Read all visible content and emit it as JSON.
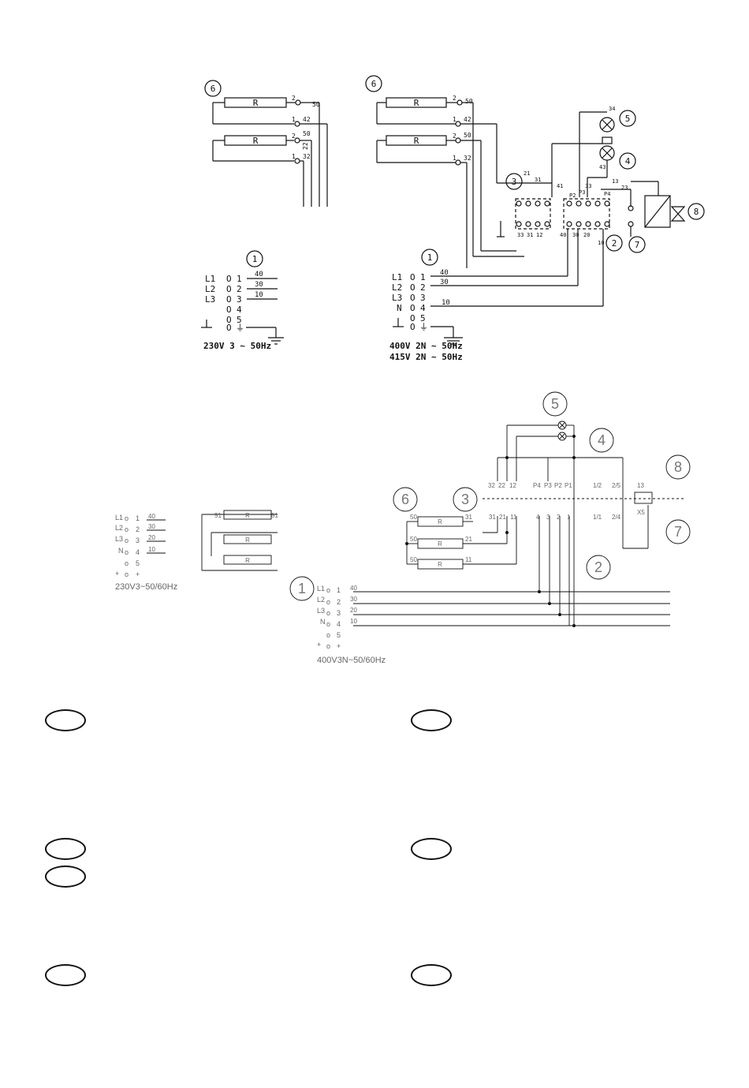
{
  "top_left": {
    "resistor_label": "R",
    "callout_resistor": "6",
    "callout_terminal": "1",
    "res_terms": [
      "2",
      "50",
      "1",
      "42",
      "2",
      "50",
      "1",
      "32"
    ],
    "side_wires": [
      "22"
    ],
    "terminal_lines": [
      "L1",
      "L2",
      "L3",
      "",
      "",
      ""
    ],
    "terminal_nums": [
      "1",
      "2",
      "3",
      "4",
      "5",
      "⏚"
    ],
    "wire_labels": [
      "40",
      "30",
      "10"
    ],
    "supply": "230V 3 ~ 50Hz"
  },
  "top_right": {
    "resistor_label": "R",
    "callouts": [
      "6",
      "3",
      "5",
      "4",
      "2",
      "8",
      "7",
      "1"
    ],
    "res_terms": [
      "2",
      "50",
      "1",
      "42",
      "2",
      "50",
      "1",
      "32"
    ],
    "terminal_lines": [
      "L1",
      "L2",
      "L3",
      "N",
      "",
      ""
    ],
    "terminal_nums": [
      "1",
      "2",
      "3",
      "4",
      "5",
      "⏚"
    ],
    "wire_labels": [
      "40",
      "30",
      "10"
    ],
    "contacts_top": [
      "21",
      "31",
      "41",
      "P2",
      "P3",
      "P4",
      "33",
      "34",
      "43",
      "13",
      "23"
    ],
    "contacts_bottom": [
      "33",
      "31",
      "12",
      "40",
      "30",
      "20",
      "10"
    ],
    "lamp_terms": [
      "33",
      "34",
      "41"
    ],
    "supply_1": "400V 2N ~ 50Hz",
    "supply_2": "415V 2N ~ 50Hz"
  },
  "bottom_left": {
    "terminal_lines": [
      "L1",
      "L2",
      "L3",
      "N",
      "",
      "+"
    ],
    "terminal_nums": [
      "1",
      "2",
      "3",
      "4",
      "5",
      "+"
    ],
    "wire_labels": [
      "40",
      "30",
      "20",
      "10"
    ],
    "res_terms": [
      "51",
      "51"
    ],
    "resistor_label": "R",
    "supply": "230V3~50/60Hz"
  },
  "bottom_right": {
    "callouts": [
      "5",
      "4",
      "8",
      "6",
      "3",
      "7",
      "2",
      "1"
    ],
    "resistor_label": "R",
    "res_left": [
      "50",
      "50",
      "50"
    ],
    "res_right": [
      "31",
      "21",
      "11"
    ],
    "contact_top": [
      "32",
      "22",
      "12",
      "P4",
      "P3",
      "P2",
      "P1",
      "1/2",
      "2/5",
      "13"
    ],
    "contact_bot": [
      "31",
      "21",
      "11",
      "4",
      "3",
      "2",
      "1",
      "1/1",
      "2/4",
      "X5"
    ],
    "terminal_lines": [
      "L1",
      "L2",
      "L3",
      "N",
      "",
      "+"
    ],
    "terminal_nums": [
      "1",
      "2",
      "3",
      "4",
      "5",
      "+"
    ],
    "wire_labels": [
      "40",
      "30",
      "20",
      "10"
    ],
    "supply": "400V3N~50/60Hz"
  },
  "language_tags": [
    "",
    "",
    "",
    "",
    "",
    "",
    ""
  ]
}
